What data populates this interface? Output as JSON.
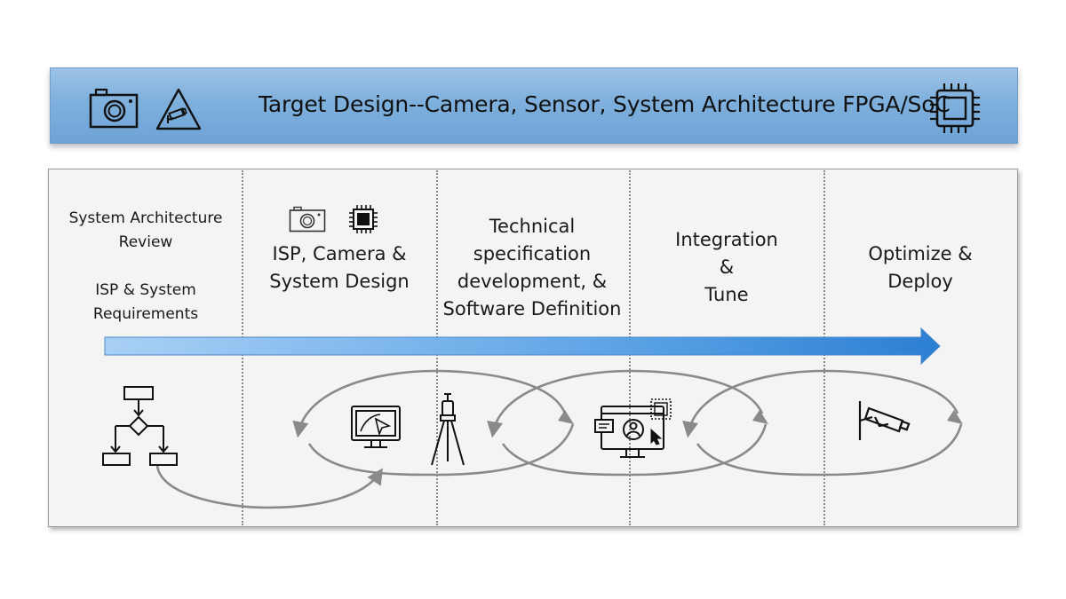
{
  "banner": {
    "title": "Target Design--Camera, Sensor, System Architecture FPGA/SoC",
    "icons": [
      "camera-icon",
      "warning-camera-icon",
      "chip-icon"
    ],
    "color": "#7fb0dd"
  },
  "stages": [
    {
      "lines": [
        "System Architecture",
        "Review",
        "",
        "ISP & System",
        "Requirements"
      ]
    },
    {
      "lines": [
        "ISP, Camera &",
        "System Design"
      ],
      "icons": [
        "camera-icon",
        "chip-icon"
      ]
    },
    {
      "lines": [
        "Technical",
        "specification",
        "development, &",
        "Software Definition"
      ]
    },
    {
      "lines": [
        "Integration",
        "&",
        "Tune"
      ]
    },
    {
      "lines": [
        "Optimize &",
        "Deploy"
      ]
    }
  ],
  "process_icons": [
    "flowchart-icon",
    "design-monitor-icon",
    "surveying-tripod-icon",
    "software-monitor-icon",
    "security-camera-icon"
  ],
  "colors": {
    "arrow": "#3f8fd8",
    "loop": "#8a8a8a"
  }
}
